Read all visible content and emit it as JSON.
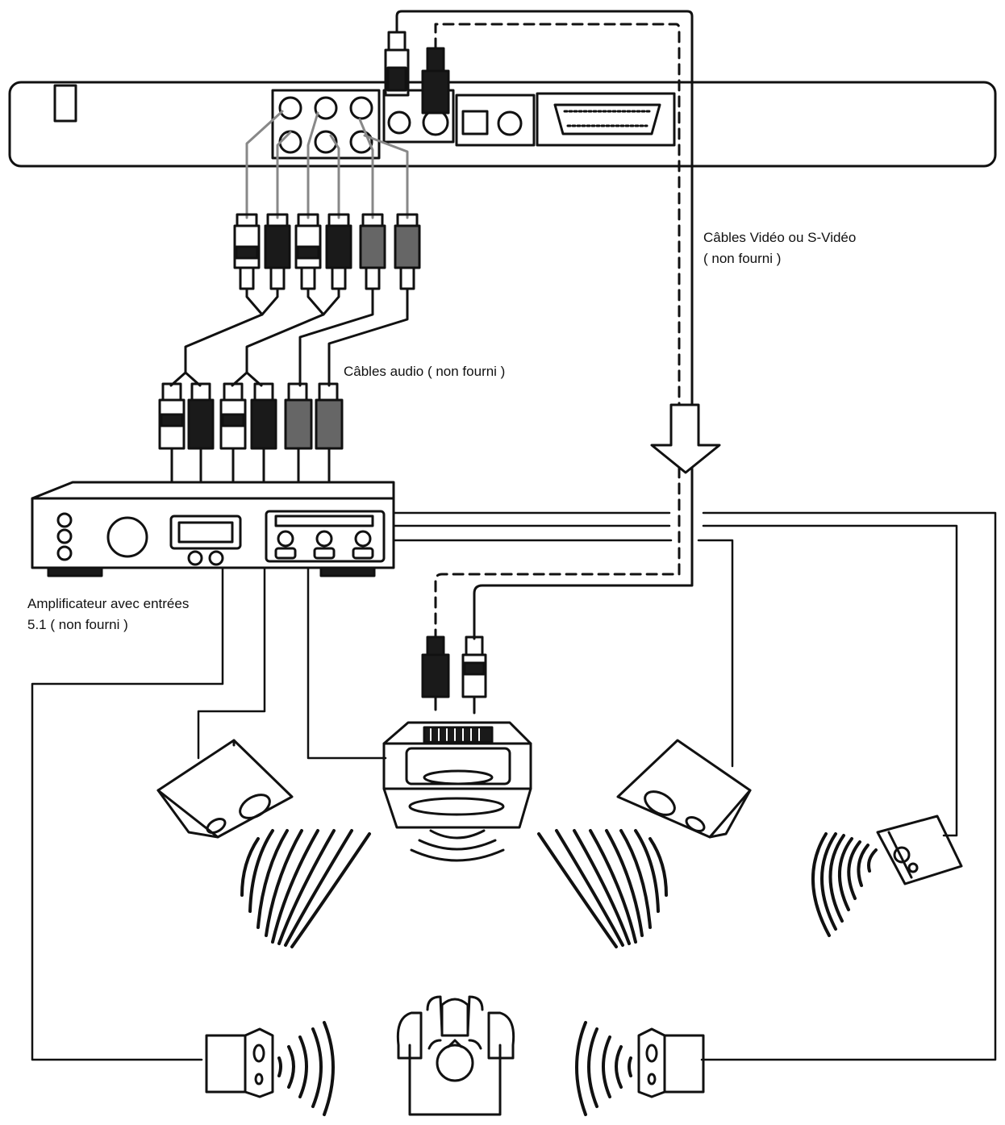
{
  "labels": {
    "video_cables": [
      "Câbles Vidéo ou S-Vidéo",
      "( non fourni )"
    ],
    "audio_cables": "Câbles audio ( non fourni )",
    "amplifier": [
      "Amplificateur avec entrées",
      "5.1 ( non fourni )"
    ]
  },
  "colors": {
    "line": "#111111",
    "cable_grey": "#888888",
    "plug_dark": "#1a1a1a",
    "plug_grey": "#666666",
    "background": "#ffffff"
  },
  "icons": {
    "player": "dvd-player-rear-panel",
    "amplifier": "amplifier-5-1",
    "tv": "television",
    "front_speaker": "speaker-icon",
    "rear_speaker": "speaker-icon",
    "subwoofer": "subwoofer-icon",
    "listener": "listener-icon",
    "signal_arrow": "down-arrow-icon"
  }
}
